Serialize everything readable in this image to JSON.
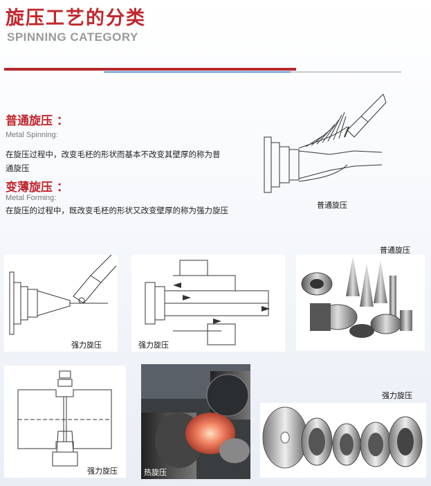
{
  "header": {
    "title_cn": "旋压工艺的分类",
    "title_en": "SPINNING CATEGORY"
  },
  "sections": [
    {
      "title": "普通旋压 ：",
      "subtitle": "Metal Spinning:",
      "text_line1": "在旋压过程中，改变毛柸的形状而基本不改变其壁厚的称为普",
      "text_line2": "通旋压"
    },
    {
      "title": "变薄旋压 ：",
      "subtitle": "Metal Forming:",
      "text_line1": "在旋压的过程中，既改变毛柸的形状又改变壁厚的称为强力旋压"
    }
  ],
  "captions": {
    "top_diagram": "普通旋压",
    "diagram_a": "强力旋压",
    "diagram_b": "强力旋压",
    "photo_parts_label": "普通旋压",
    "diagram_c": "强力旋压",
    "photo_hot": "热旋压",
    "photo_wheels_label": "强力旋压"
  },
  "colors": {
    "accent_red": "#c0272d",
    "bar_blue": "#5b9bd5"
  }
}
